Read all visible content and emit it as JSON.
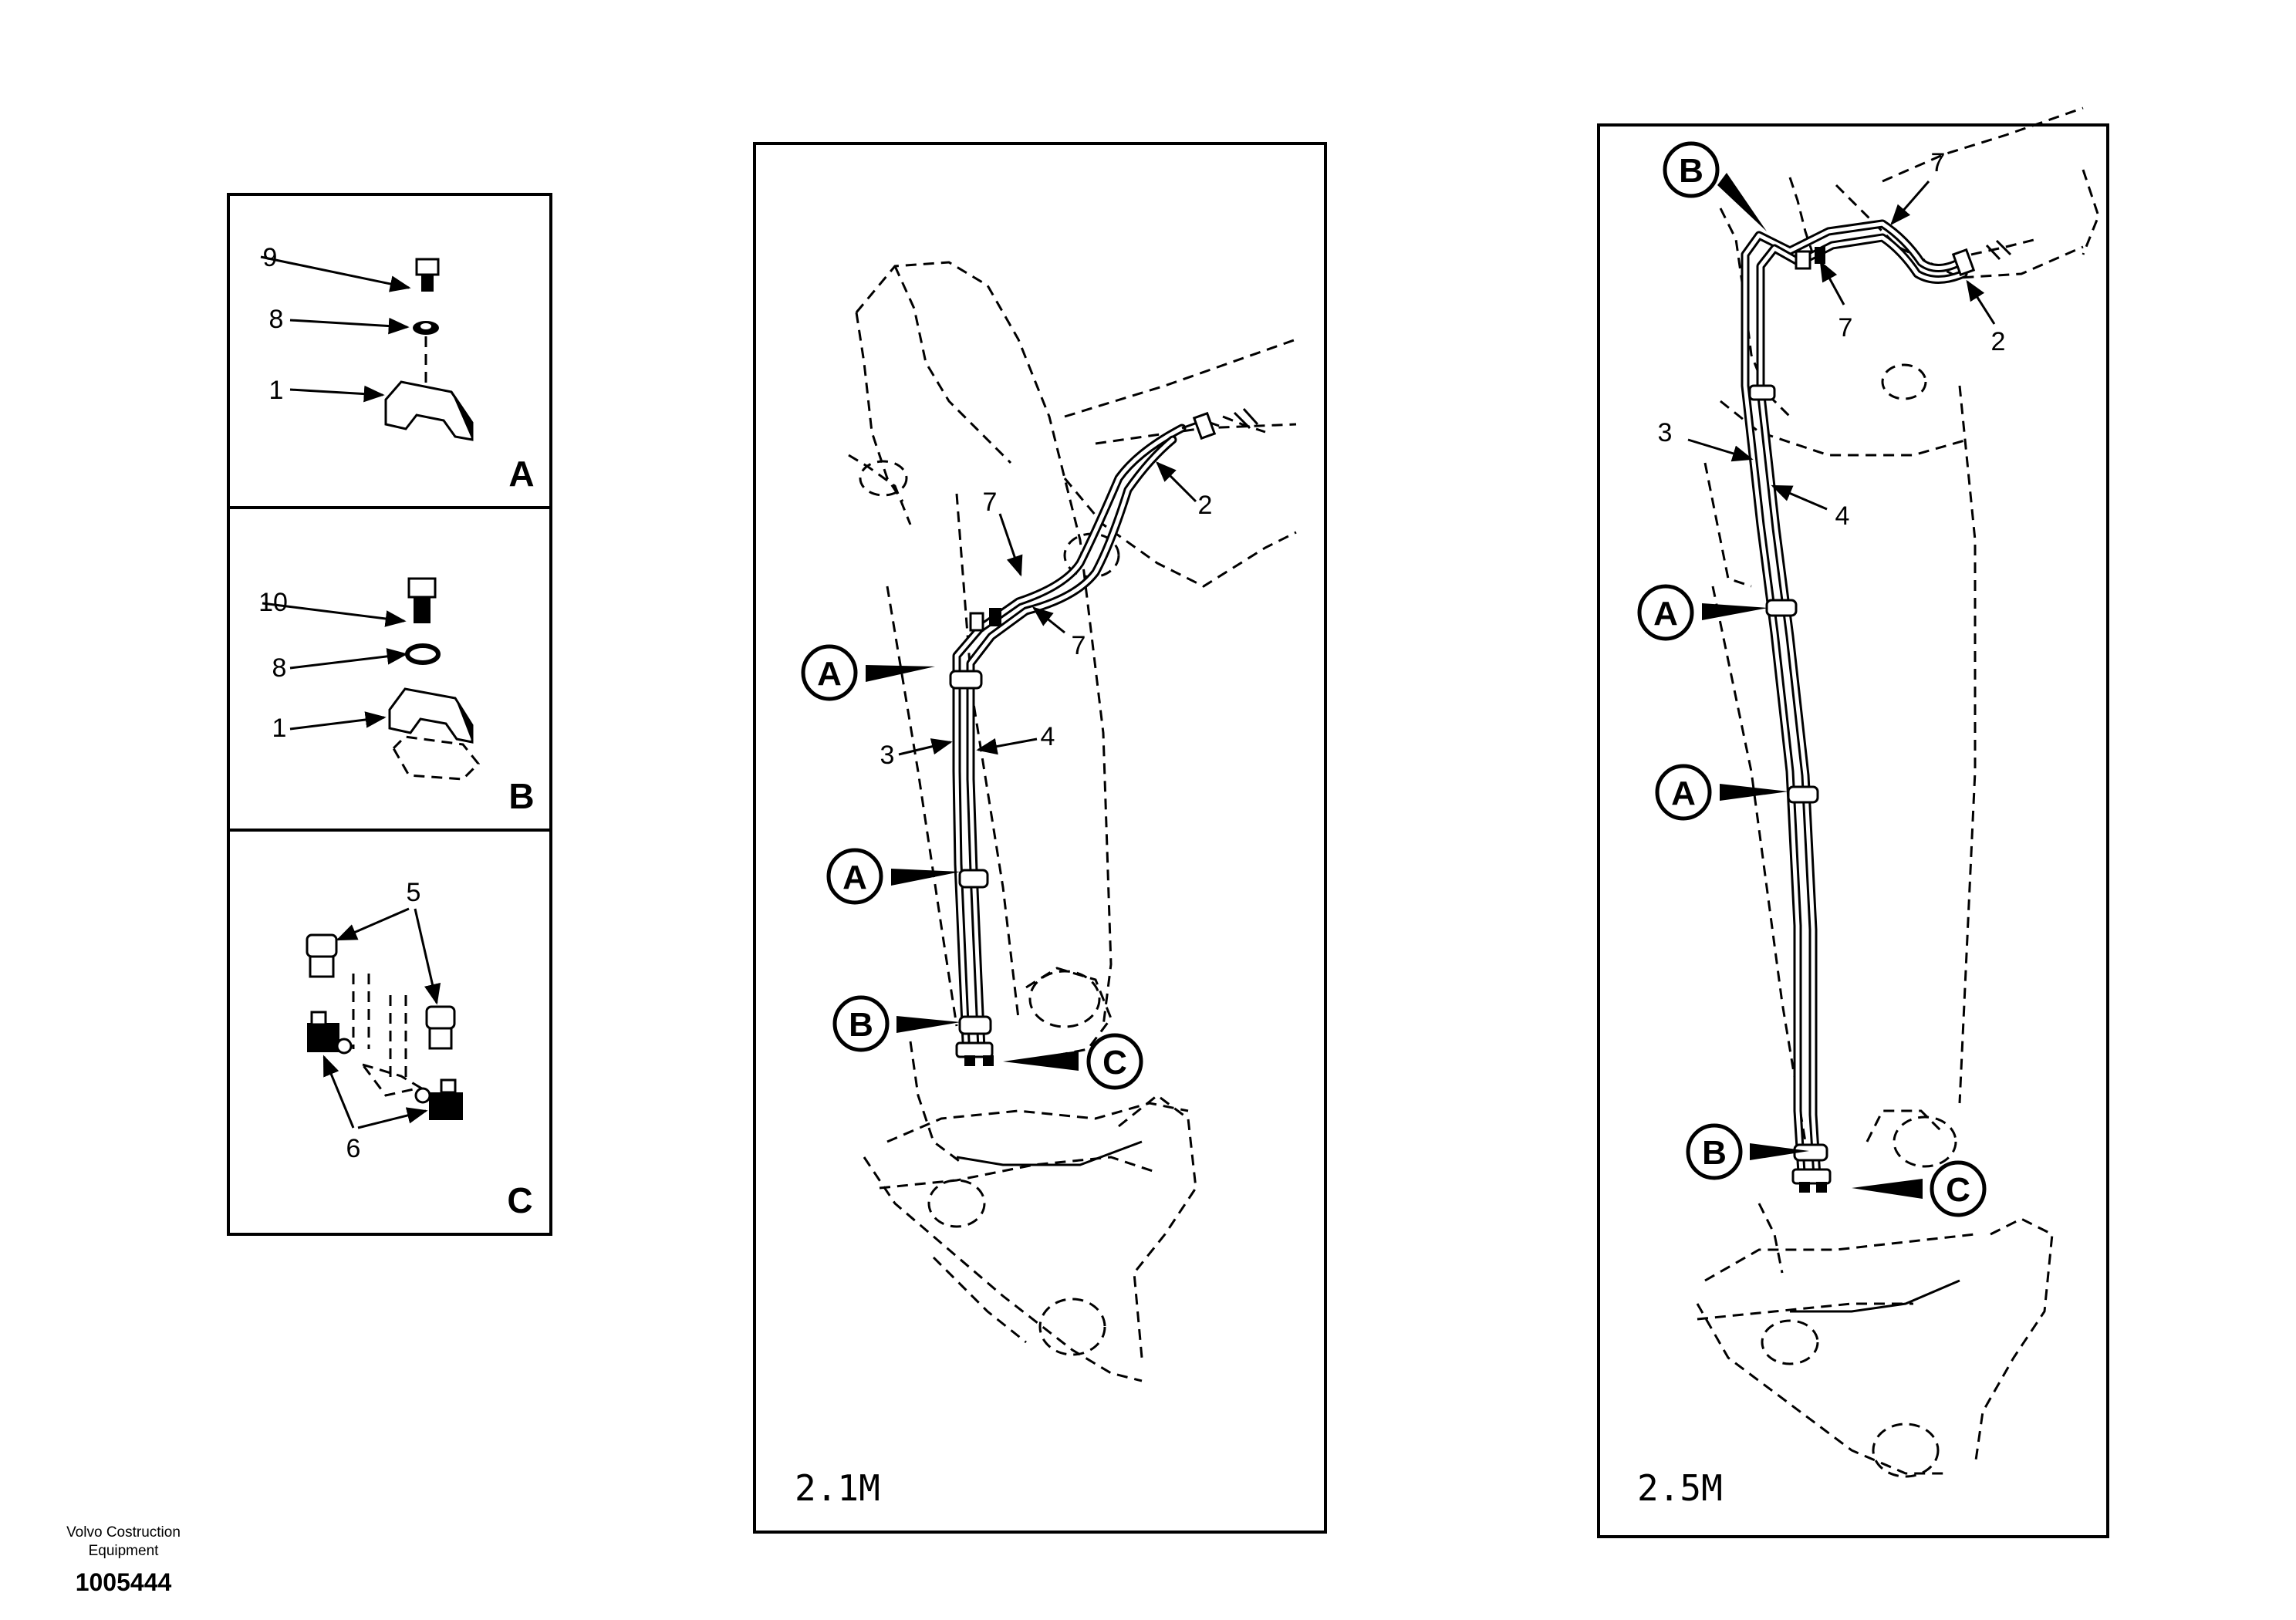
{
  "detail_panels": [
    {
      "letter": "A",
      "callouts": [
        "9",
        "8",
        "1"
      ]
    },
    {
      "letter": "B",
      "callouts": [
        "10",
        "8",
        "1"
      ]
    },
    {
      "letter": "C",
      "callouts": [
        "5",
        "6"
      ]
    }
  ],
  "views": [
    {
      "scale_label": "2.1M",
      "part_numbers": [
        "7",
        "7",
        "2",
        "3",
        "4"
      ],
      "detail_callouts": [
        "A",
        "A",
        "B",
        "C"
      ]
    },
    {
      "scale_label": "2.5M",
      "part_numbers": [
        "7",
        "7",
        "2",
        "3",
        "4"
      ],
      "detail_callouts": [
        "B",
        "A",
        "A",
        "B",
        "C"
      ]
    }
  ],
  "footer": {
    "company_line1": "Volvo Costruction",
    "company_line2": "Equipment",
    "drawing_number": "1005444"
  }
}
